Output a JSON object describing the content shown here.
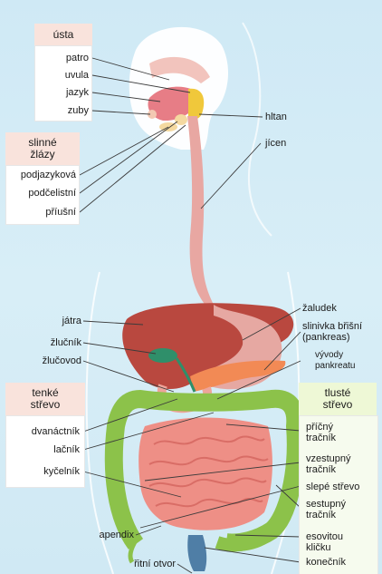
{
  "boxes": {
    "usta": {
      "title": "ústa",
      "items": [
        "patro",
        "uvula",
        "jazyk",
        "zuby"
      ]
    },
    "slinne": {
      "title": "slinné\nžlázy",
      "items": [
        "podjazyková",
        "podčelistní",
        "příušní"
      ]
    },
    "tenke": {
      "title": "tenké\nstřevo",
      "items": [
        "dvanáctník",
        "lačník",
        "kyčelník"
      ]
    },
    "tluste": {
      "title": "tlusté\nstřevo"
    }
  },
  "labels": {
    "hltan": "hltan",
    "jicen": "jícen",
    "jatra": "játra",
    "zlucnik": "žlučník",
    "zlucovod": "žlučovod",
    "zaludek": "žaludek",
    "slinivka": "slinivka břišní\n(pankreas)",
    "vyvody": "vývody\npankreatu",
    "pricny": "příčný\ntračník",
    "vzestupny": "vzestupný\ntračník",
    "slepe": "slepé střevo",
    "sestupny": "sestupný\ntračník",
    "esovitou": "esovitou\nkličku",
    "konecnik": "konečník",
    "apendix": "apendix",
    "ritni": "řitní otvor"
  },
  "colors": {
    "organ_pink": "#e8a7a2",
    "liver": "#b9483f",
    "intestine": "#ee8f86",
    "colon": "#8cc24a",
    "bile": "#2f8f6a",
    "tongue": "#e77d86",
    "pharynx": "#f0c83b",
    "rectum": "#4f7ea6",
    "header_pink": "#f9e3dc",
    "header_green": "#eef8d6"
  }
}
